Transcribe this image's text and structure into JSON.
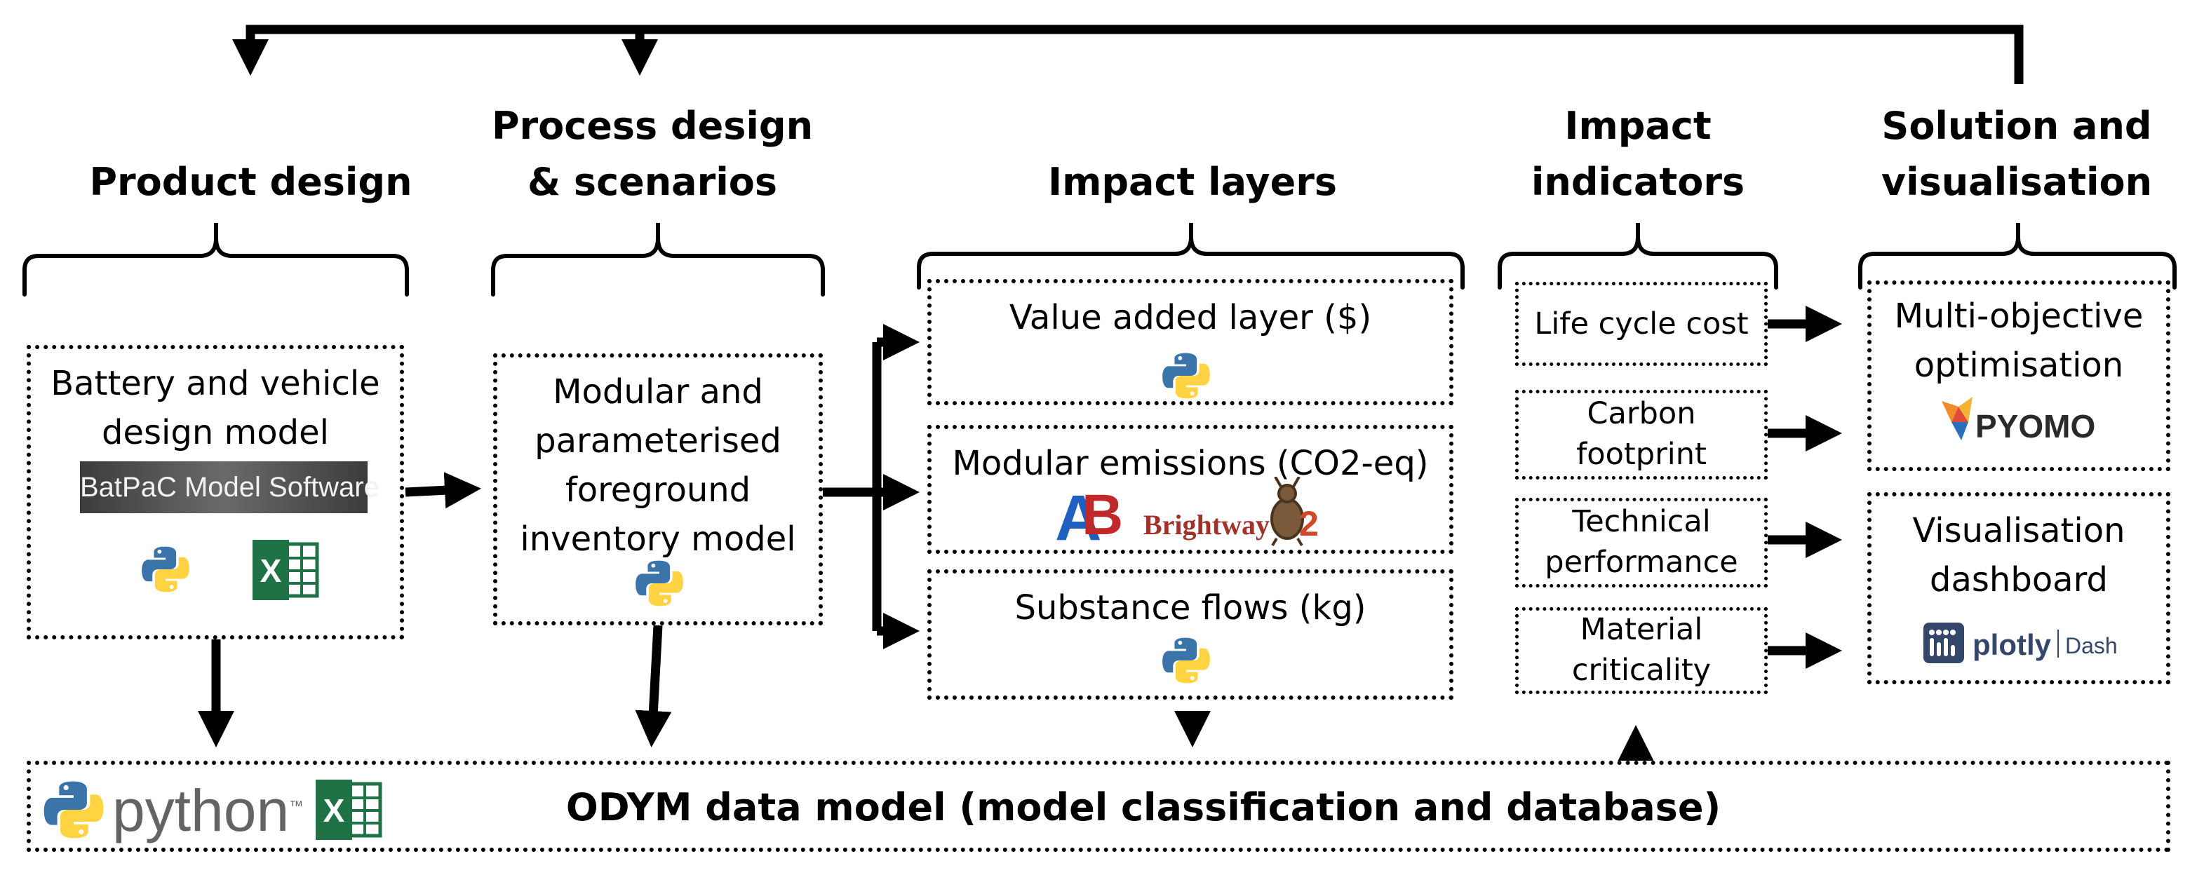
{
  "headings": {
    "product_design": "Product design",
    "process_design_line1": "Process design",
    "process_design_line2": "& scenarios",
    "impact_layers": "Impact layers",
    "impact_indicators_line1": "Impact",
    "impact_indicators_line2": "indicators",
    "solution_line1": "Solution and",
    "solution_line2": "visualisation"
  },
  "product_box": {
    "line1": "Battery and vehicle",
    "line2": "design model",
    "software_logo_text": "BatPaC Model Software"
  },
  "process_box": {
    "line1": "Modular and",
    "line2": "parameterised",
    "line3": "foreground",
    "line4": "inventory model"
  },
  "layers": {
    "value_added": "Value added layer ($)",
    "emissions": "Modular emissions (CO2-eq)",
    "substance_flows": "Substance flows (kg)",
    "brightway_text": "Brightway",
    "brightway_num": "2"
  },
  "indicators": {
    "life_cycle_cost": "Life cycle cost",
    "carbon_line1": "Carbon",
    "carbon_line2": "footprint",
    "technical_line1": "Technical",
    "technical_line2": "performance",
    "material_line1": "Material",
    "material_line2": "criticality"
  },
  "solution": {
    "optimisation_line1": "Multi-objective",
    "optimisation_line2": "optimisation",
    "pyomo_text": "PYOMO",
    "visualisation_line1": "Visualisation",
    "visualisation_line2": "dashboard",
    "plotly_text": "plotly",
    "dash_text": "Dash"
  },
  "odym": {
    "label": "ODYM data model (model classification and database)",
    "python_text": "python",
    "python_tm": "™"
  },
  "colors": {
    "python_blue": "#3b74a8",
    "python_yellow": "#ffd342",
    "excel_green": "#1f7245",
    "ab_blue": "#1f5fbf",
    "ab_red": "#c0282a",
    "plotly_navy": "#34476b",
    "brightway_red": "#a1322a"
  },
  "icons": [
    "python-icon",
    "excel-icon",
    "activity-browser-icon",
    "brightway-icon",
    "pyomo-icon",
    "plotly-icon"
  ]
}
